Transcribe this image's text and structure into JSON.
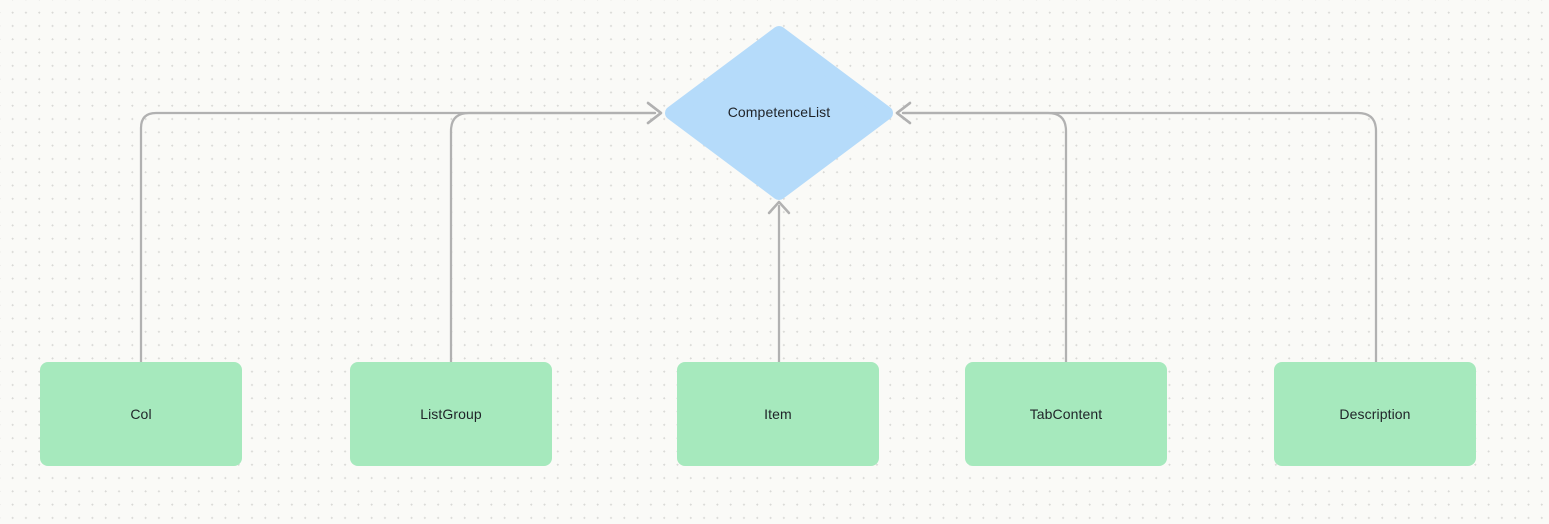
{
  "diagram": {
    "canvas": {
      "background_color": "#fafaf7",
      "dot_grid_color": "#d9d9d6",
      "edge_color": "#b1b1b1"
    },
    "nodes": {
      "competence_list": {
        "label": "CompetenceList",
        "shape": "diamond",
        "fill": "#b5dbfa"
      },
      "col": {
        "label": "Col",
        "shape": "rectangle",
        "fill": "#a6e9bd"
      },
      "list_group": {
        "label": "ListGroup",
        "shape": "rectangle",
        "fill": "#a6e9bd"
      },
      "item": {
        "label": "Item",
        "shape": "rectangle",
        "fill": "#a6e9bd"
      },
      "tab_content": {
        "label": "TabContent",
        "shape": "rectangle",
        "fill": "#a6e9bd"
      },
      "description": {
        "label": "Description",
        "shape": "rectangle",
        "fill": "#a6e9bd"
      }
    },
    "edges": [
      {
        "from": "Col",
        "to": "CompetenceList",
        "arrow": "into-left-vertex"
      },
      {
        "from": "ListGroup",
        "to": "CompetenceList",
        "arrow": "into-left-vertex"
      },
      {
        "from": "Item",
        "to": "CompetenceList",
        "arrow": "into-bottom-vertex"
      },
      {
        "from": "TabContent",
        "to": "CompetenceList",
        "arrow": "into-right-vertex"
      },
      {
        "from": "Description",
        "to": "CompetenceList",
        "arrow": "into-right-vertex"
      }
    ]
  }
}
